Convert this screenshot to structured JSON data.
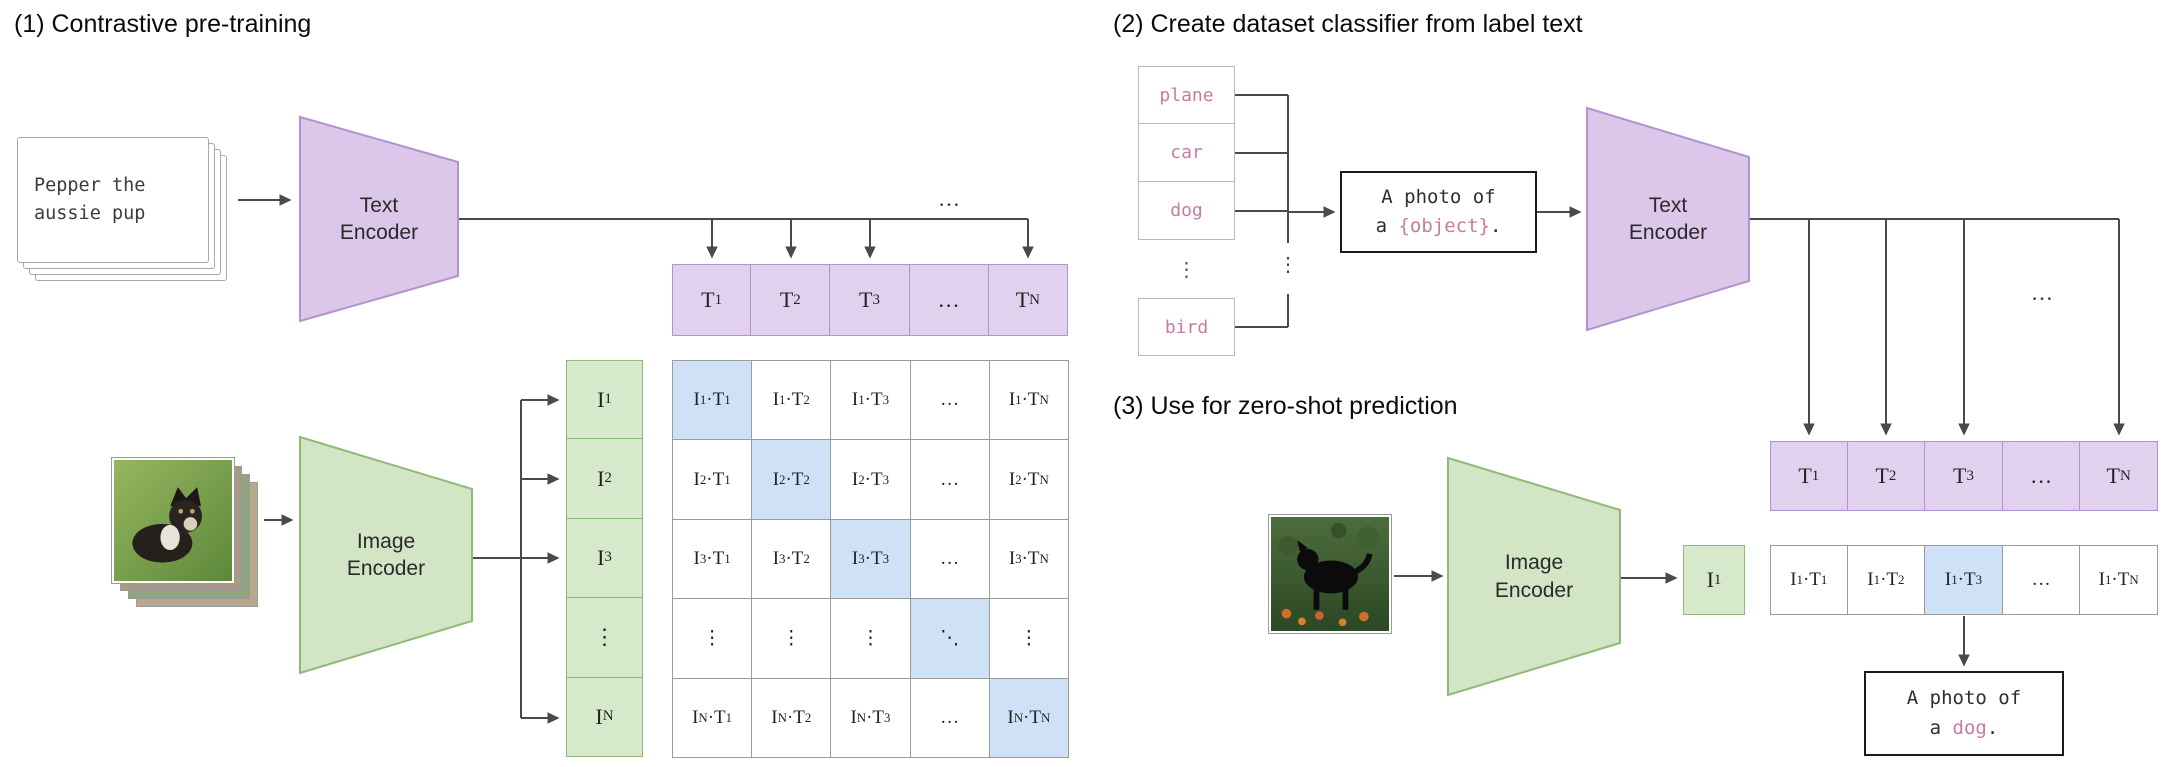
{
  "colors": {
    "purple_fill": "#e2d1ee",
    "purple_trap": "#dcc6ea",
    "purple_border": "#b292cf",
    "green_fill": "#d7e9cb",
    "green_trap": "#d2e5c4",
    "green_border": "#8fbb79",
    "blue_fill": "#cfe1f7",
    "grid": "#9b9b9b",
    "pink": "#c67ca1",
    "arrow": "#4a4a4a",
    "label_border": "#b9b9b9"
  },
  "s1": {
    "title": "(1) Contrastive pre-training",
    "card_text": "Pepper the\naussie pup",
    "text_encoder": "Text Encoder",
    "image_encoder": "Image Encoder",
    "line_ellipsis": "…",
    "t_row": [
      "T_{1}",
      "T_{2}",
      "T_{3}",
      "…",
      "T_{N}"
    ],
    "i_col": [
      "I_{1}",
      "I_{2}",
      "I_{3}",
      "⋮",
      "I_{N}"
    ],
    "matrix": [
      [
        "I_{1}·T_{1}",
        "I_{1}·T_{2}",
        "I_{1}·T_{3}",
        "…",
        "I_{1}·T_{N}"
      ],
      [
        "I_{2}·T_{1}",
        "I_{2}·T_{2}",
        "I_{2}·T_{3}",
        "…",
        "I_{2}·T_{N}"
      ],
      [
        "I_{3}·T_{1}",
        "I_{3}·T_{2}",
        "I_{3}·T_{3}",
        "…",
        "I_{3}·T_{N}"
      ],
      [
        "⋮",
        "⋮",
        "⋮",
        "⋱",
        "⋮"
      ],
      [
        "I_{N}·T_{1}",
        "I_{N}·T_{2}",
        "I_{N}·T_{3}",
        "…",
        "I_{N}·T_{N}"
      ]
    ]
  },
  "s2": {
    "title": "(2) Create dataset classifier from label text",
    "labels": [
      "plane",
      "car",
      "dog",
      "bird"
    ],
    "labels_ellipsis": "⋮",
    "bracket_ellipsis": "⋮",
    "prompt": {
      "line1": "A photo of",
      "pre": "a ",
      "obj": "{object}",
      "post": "."
    },
    "text_encoder": "Text Encoder",
    "line_ellipsis": "…",
    "t_row": [
      "T_{1}",
      "T_{2}",
      "T_{3}",
      "…",
      "T_{N}"
    ]
  },
  "s3": {
    "title": "(3) Use for zero-shot prediction",
    "image_encoder": "Image Encoder",
    "i_cell": "I_{1}",
    "p_row": [
      "I_{1}·T_{1}",
      "I_{1}·T_{2}",
      "I_{1}·T_{3}",
      "…",
      "I_{1}·T_{N}"
    ],
    "result": {
      "line1": "A photo of",
      "pre": "a ",
      "obj": "dog",
      "post": "."
    }
  }
}
